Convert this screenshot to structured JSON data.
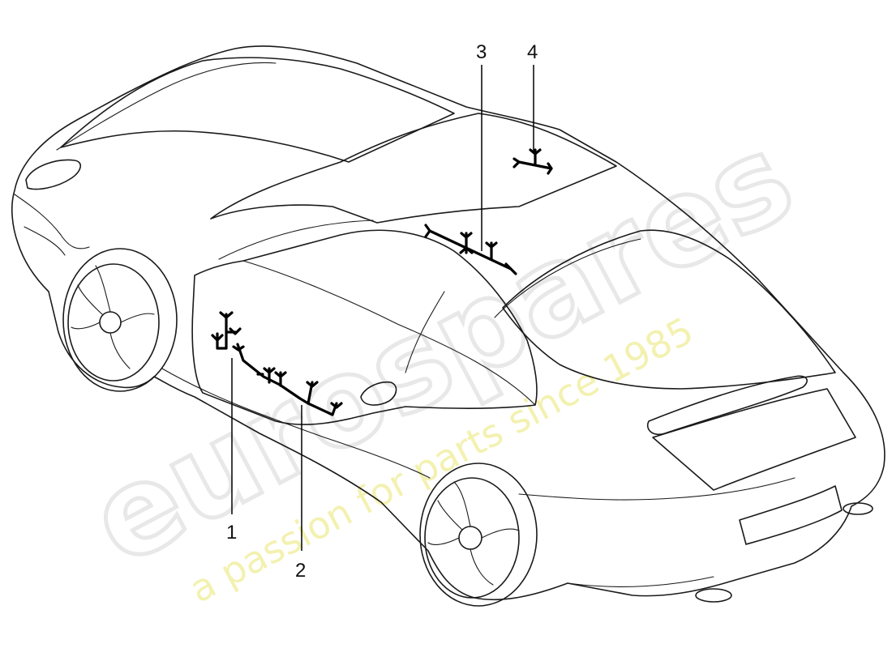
{
  "watermark": {
    "brand": "eurospares",
    "tagline": "a passion for parts since 1985"
  },
  "callouts": [
    {
      "number": "1"
    },
    {
      "number": "2"
    },
    {
      "number": "3"
    },
    {
      "number": "4"
    }
  ]
}
